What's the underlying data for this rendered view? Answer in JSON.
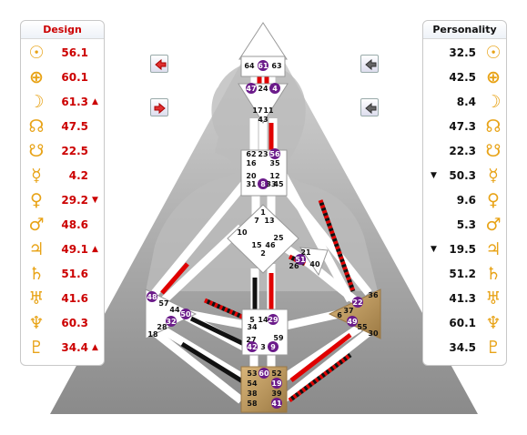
{
  "design": {
    "title": "Design",
    "rows": [
      {
        "icon": "sun-icon",
        "glyph": "☉",
        "value": "56.1",
        "arrow": ""
      },
      {
        "icon": "earth-icon",
        "glyph": "⊕",
        "value": "60.1",
        "arrow": ""
      },
      {
        "icon": "moon-icon",
        "glyph": "☽",
        "value": "61.3",
        "arrow": "▲"
      },
      {
        "icon": "north-node-icon",
        "glyph": "☊",
        "value": "47.5",
        "arrow": ""
      },
      {
        "icon": "south-node-icon",
        "glyph": "☋",
        "value": "22.5",
        "arrow": ""
      },
      {
        "icon": "mercury-icon",
        "glyph": "☿",
        "value": "4.2",
        "arrow": ""
      },
      {
        "icon": "venus-icon",
        "glyph": "♀",
        "value": "29.2",
        "arrow": "▼"
      },
      {
        "icon": "mars-icon",
        "glyph": "♂",
        "value": "48.6",
        "arrow": ""
      },
      {
        "icon": "jupiter-icon",
        "glyph": "♃",
        "value": "49.1",
        "arrow": "▲"
      },
      {
        "icon": "saturn-icon",
        "glyph": "♄",
        "value": "51.6",
        "arrow": ""
      },
      {
        "icon": "uranus-icon",
        "glyph": "♅",
        "value": "41.6",
        "arrow": ""
      },
      {
        "icon": "neptune-icon",
        "glyph": "♆",
        "value": "60.3",
        "arrow": ""
      },
      {
        "icon": "pluto-icon",
        "glyph": "♇",
        "value": "34.4",
        "arrow": "▲"
      }
    ]
  },
  "personality": {
    "title": "Personality",
    "rows": [
      {
        "icon": "sun-icon",
        "glyph": "☉",
        "value": "32.5",
        "arrow": ""
      },
      {
        "icon": "earth-icon",
        "glyph": "⊕",
        "value": "42.5",
        "arrow": ""
      },
      {
        "icon": "moon-icon",
        "glyph": "☽",
        "value": "8.4",
        "arrow": ""
      },
      {
        "icon": "north-node-icon",
        "glyph": "☊",
        "value": "47.3",
        "arrow": ""
      },
      {
        "icon": "south-node-icon",
        "glyph": "☋",
        "value": "22.3",
        "arrow": ""
      },
      {
        "icon": "mercury-icon",
        "glyph": "☿",
        "value": "50.3",
        "arrow": "▼"
      },
      {
        "icon": "venus-icon",
        "glyph": "♀",
        "value": "9.6",
        "arrow": ""
      },
      {
        "icon": "mars-icon",
        "glyph": "♂",
        "value": "5.3",
        "arrow": ""
      },
      {
        "icon": "jupiter-icon",
        "glyph": "♃",
        "value": "19.5",
        "arrow": "▼"
      },
      {
        "icon": "saturn-icon",
        "glyph": "♄",
        "value": "51.2",
        "arrow": ""
      },
      {
        "icon": "uranus-icon",
        "glyph": "♅",
        "value": "41.3",
        "arrow": ""
      },
      {
        "icon": "neptune-icon",
        "glyph": "♆",
        "value": "60.1",
        "arrow": ""
      },
      {
        "icon": "pluto-icon",
        "glyph": "♇",
        "value": "34.5",
        "arrow": ""
      }
    ]
  },
  "colors": {
    "design": "#cc0000",
    "personality": "#111111",
    "gold": "#e8a317",
    "activated": "#6b1b8a",
    "center_defined": "#b8955a"
  },
  "gates": {
    "head": [
      "64",
      "61",
      "63"
    ],
    "ajna": [
      "47",
      "24",
      "4",
      "17",
      "11",
      "43"
    ],
    "throat": [
      "62",
      "23",
      "56",
      "16",
      "35",
      "20",
      "31",
      "8",
      "33",
      "45",
      "12"
    ],
    "g": [
      "1",
      "7",
      "13",
      "10",
      "15",
      "46",
      "2",
      "25"
    ],
    "ego": [
      "21",
      "51",
      "26",
      "40"
    ],
    "spleen": [
      "48",
      "57",
      "44",
      "50",
      "32",
      "28",
      "18"
    ],
    "sacral": [
      "5",
      "14",
      "29",
      "34",
      "27",
      "3",
      "9",
      "59",
      "42"
    ],
    "solar": [
      "36",
      "22",
      "37",
      "6",
      "49",
      "55",
      "30"
    ],
    "root": [
      "53",
      "60",
      "52",
      "54",
      "19",
      "38",
      "39",
      "58",
      "41"
    ]
  }
}
